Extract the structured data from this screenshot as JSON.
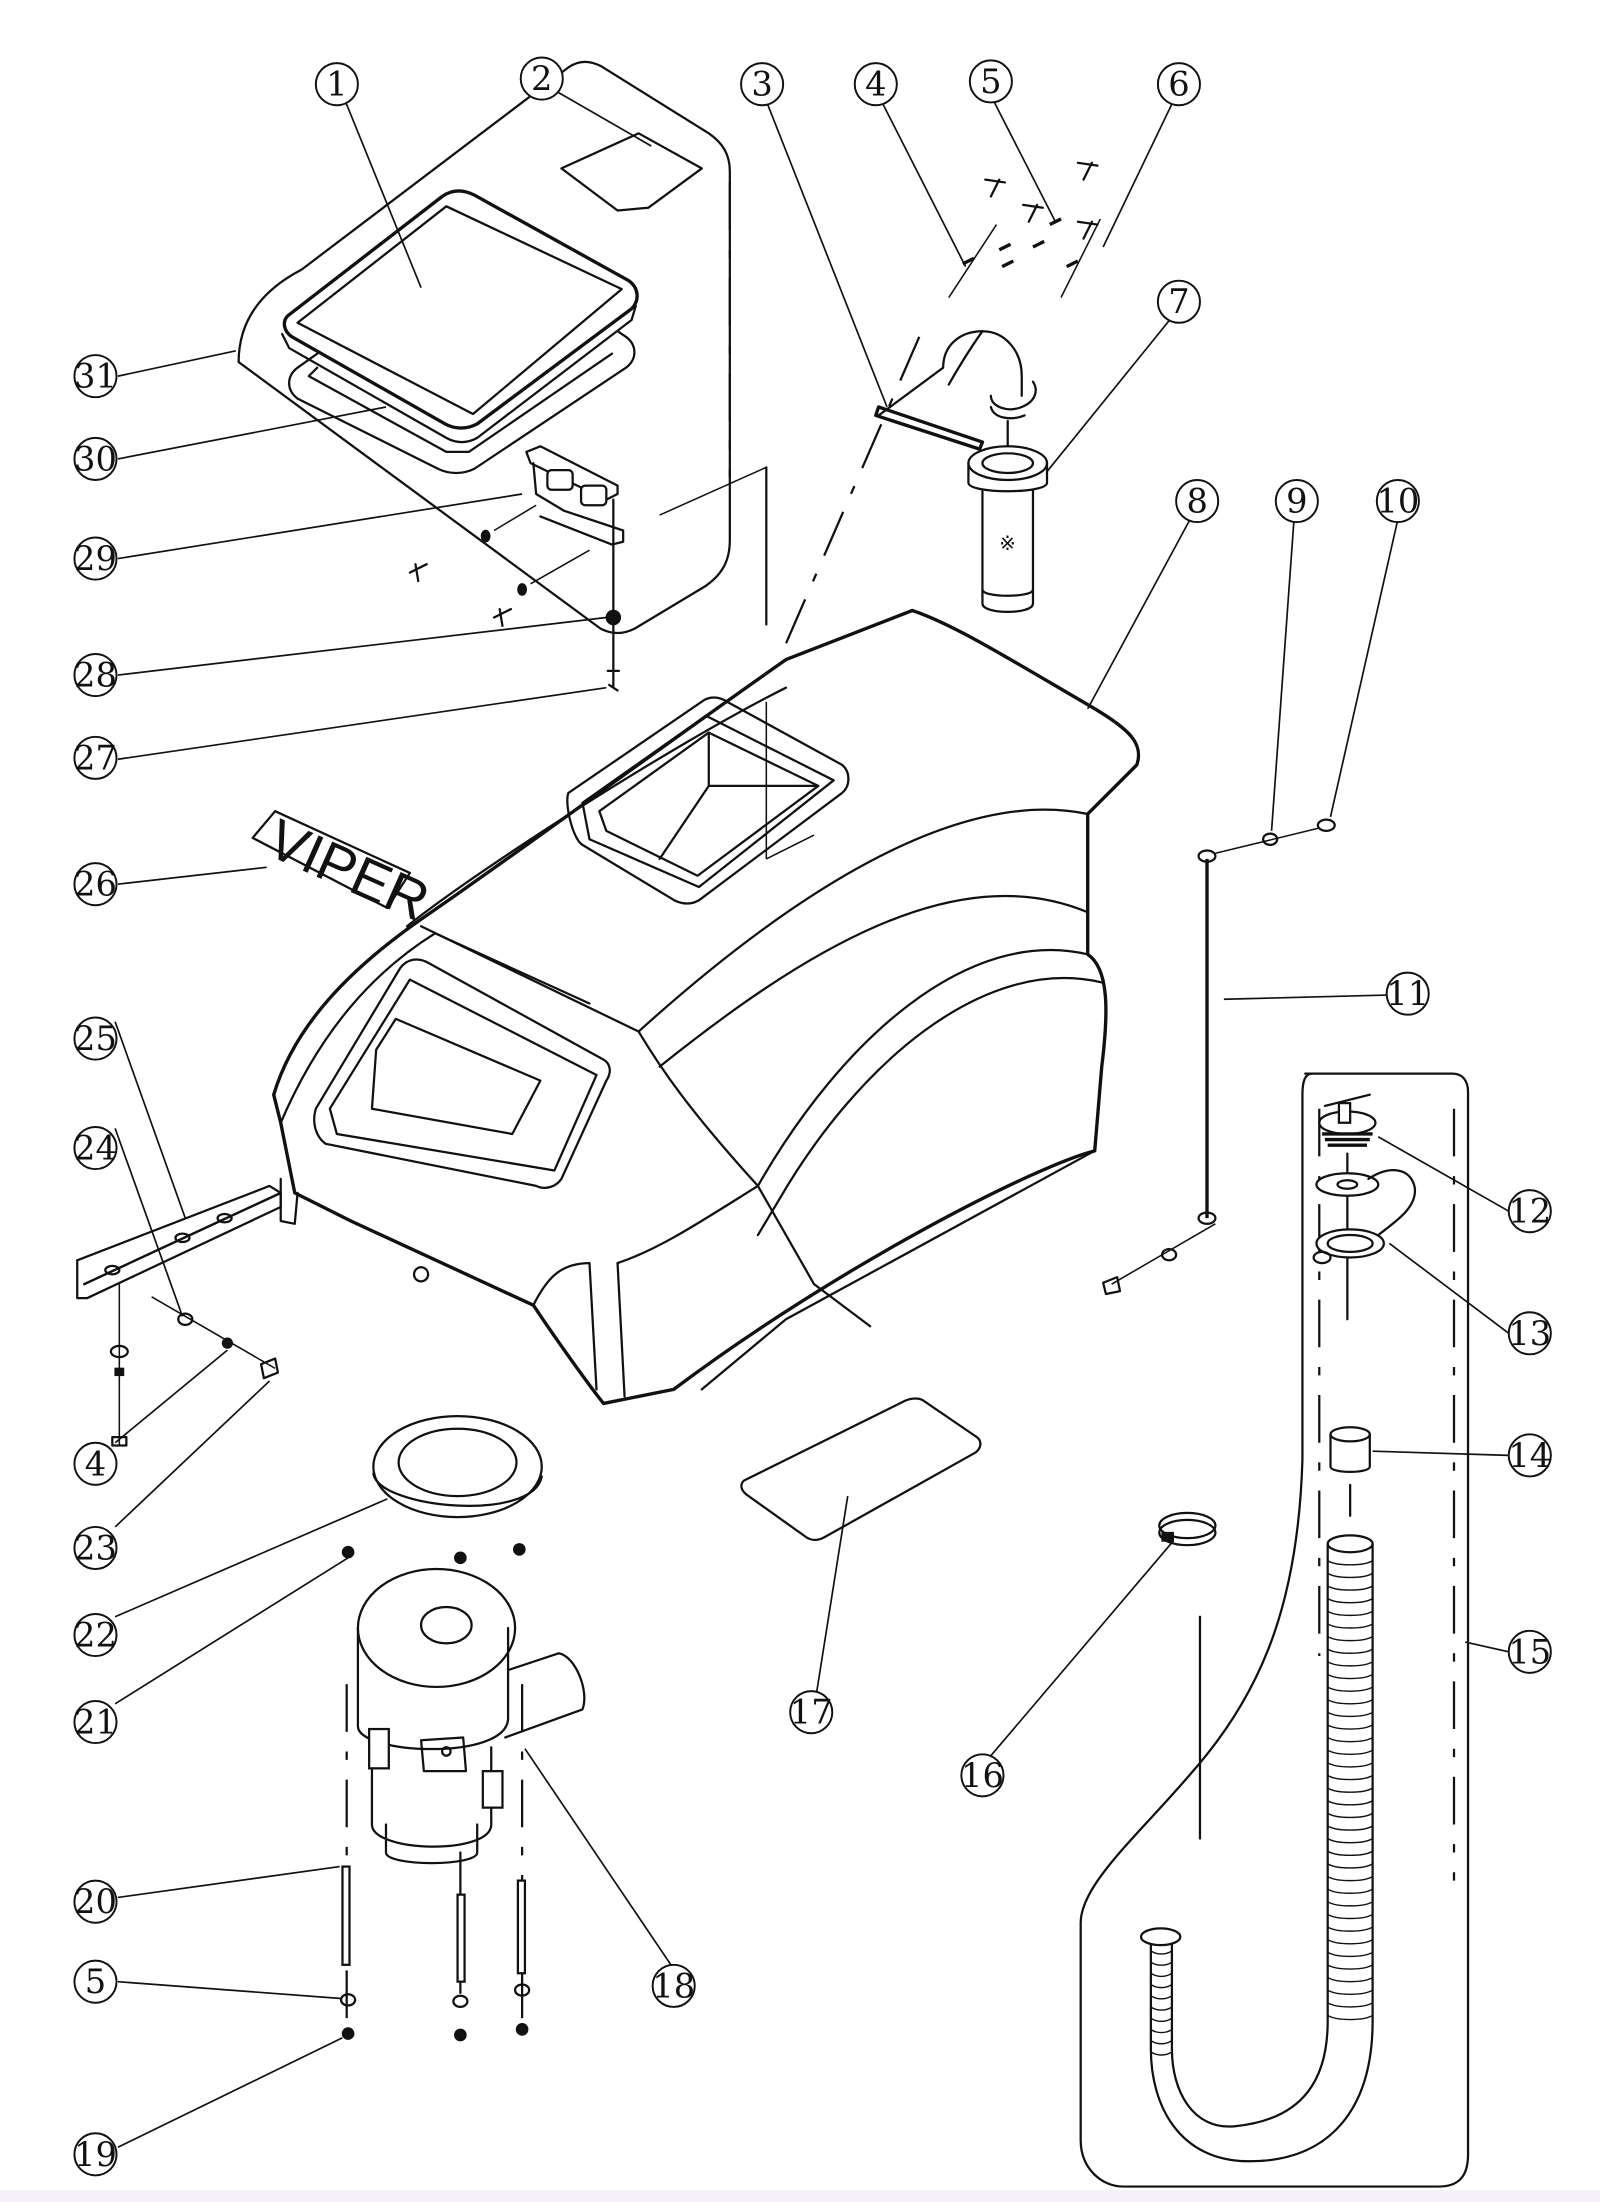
{
  "diagram": {
    "type": "exploded parts diagram",
    "subject": "vacuum recovery tank / motor housing assembly",
    "brand_decal_text": "VIPER",
    "callouts": [
      {
        "id": "c1",
        "label": "1",
        "part": "lid"
      },
      {
        "id": "c2",
        "label": "2",
        "part": "label decal"
      },
      {
        "id": "c3",
        "label": "3",
        "part": "gasket strip"
      },
      {
        "id": "c4",
        "label": "4",
        "part": "screw"
      },
      {
        "id": "c5",
        "label": "5",
        "part": "washer"
      },
      {
        "id": "c6",
        "label": "6",
        "part": "screw"
      },
      {
        "id": "c7",
        "label": "7",
        "part": "filter"
      },
      {
        "id": "c8",
        "label": "8",
        "part": "tank housing"
      },
      {
        "id": "c9",
        "label": "9",
        "part": "washer"
      },
      {
        "id": "c10",
        "label": "10",
        "part": "nut"
      },
      {
        "id": "c11",
        "label": "11",
        "part": "rod"
      },
      {
        "id": "c12",
        "label": "12",
        "part": "drain plug"
      },
      {
        "id": "c13",
        "label": "13",
        "part": "strap"
      },
      {
        "id": "c14",
        "label": "14",
        "part": "adapter"
      },
      {
        "id": "c15",
        "label": "15",
        "part": "drain hose assembly"
      },
      {
        "id": "c16",
        "label": "16",
        "part": "hose clamp"
      },
      {
        "id": "c17",
        "label": "17",
        "part": "label decal"
      },
      {
        "id": "c18",
        "label": "18",
        "part": "vacuum motor"
      },
      {
        "id": "c19",
        "label": "19",
        "part": "nut"
      },
      {
        "id": "c20",
        "label": "20",
        "part": "stud"
      },
      {
        "id": "c5b",
        "label": "5",
        "part": "washer"
      },
      {
        "id": "c21",
        "label": "21",
        "part": "nut"
      },
      {
        "id": "c22",
        "label": "22",
        "part": "gasket"
      },
      {
        "id": "c23",
        "label": "23",
        "part": "screw"
      },
      {
        "id": "c4b",
        "label": "4",
        "part": "washer"
      },
      {
        "id": "c24",
        "label": "24",
        "part": "washer"
      },
      {
        "id": "c25",
        "label": "25",
        "part": "bracket"
      },
      {
        "id": "c26",
        "label": "26",
        "part": "VIPER decal"
      },
      {
        "id": "c27",
        "label": "27",
        "part": "screw"
      },
      {
        "id": "c28",
        "label": "28",
        "part": "nut"
      },
      {
        "id": "c29",
        "label": "29",
        "part": "hinge"
      },
      {
        "id": "c30",
        "label": "30",
        "part": "lid gasket"
      },
      {
        "id": "c31",
        "label": "31",
        "part": "lid assembly"
      }
    ]
  }
}
